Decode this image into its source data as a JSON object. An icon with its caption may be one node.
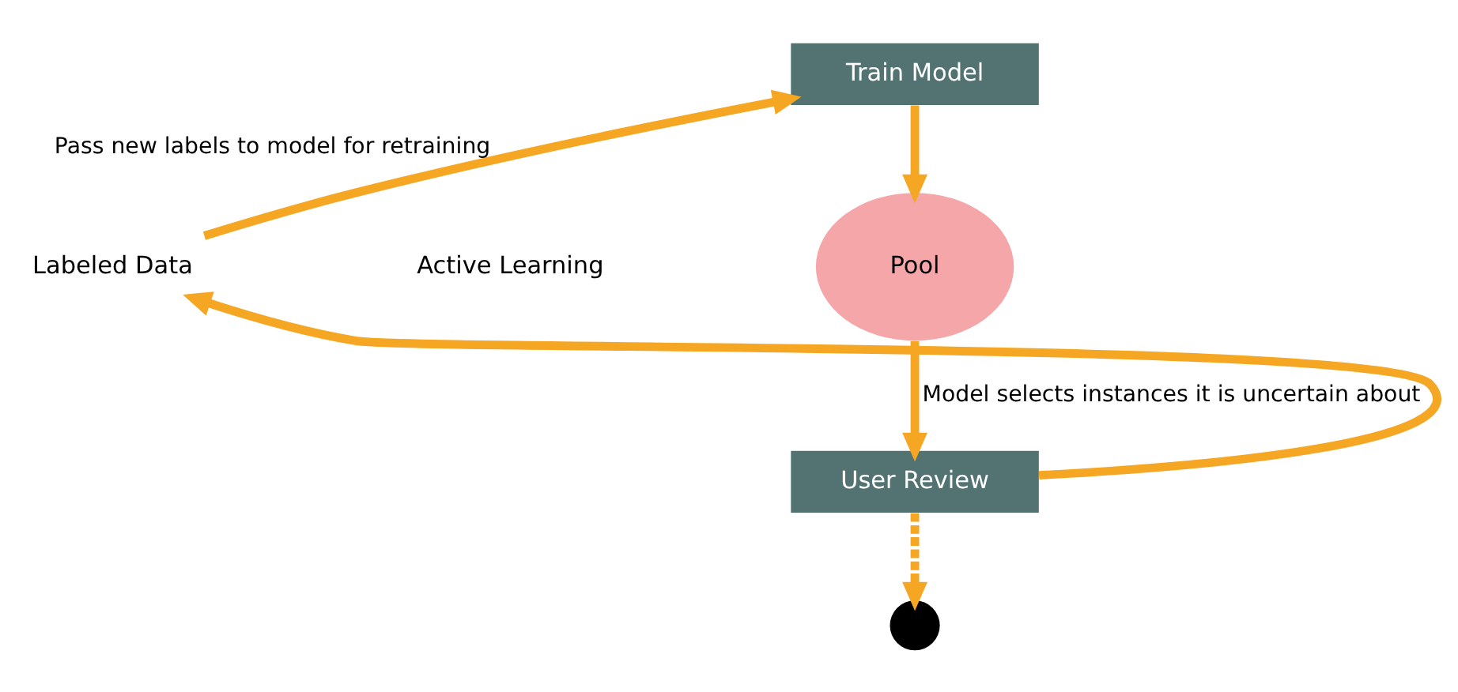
{
  "diagram": {
    "nodes": [
      {
        "text": [
          "Train Model"
        ]
      },
      {
        "text": [
          "Pool"
        ]
      },
      {
        "text": [
          "User Review"
        ]
      },
      {
        "text": [
          "Labeled Data"
        ]
      },
      {
        "text": [],
        "shape": "circle"
      }
    ],
    "edges": [
      {
        "from": 3,
        "to": 0,
        "arrow": "to",
        "label": "Pass new labels to model for retraining"
      },
      {
        "from": 0,
        "to": 1,
        "arrow": "to"
      },
      {
        "from": 1,
        "to": 2,
        "arrow": "to",
        "label": "Model selects instances it is uncertain about"
      },
      {
        "from": 2,
        "to": 3,
        "arrow": "to"
      },
      {
        "from": 2,
        "to": 4,
        "arrow": "to",
        "style": "dashed"
      }
    ],
    "labels": [
      "Active Learning"
    ]
  }
}
